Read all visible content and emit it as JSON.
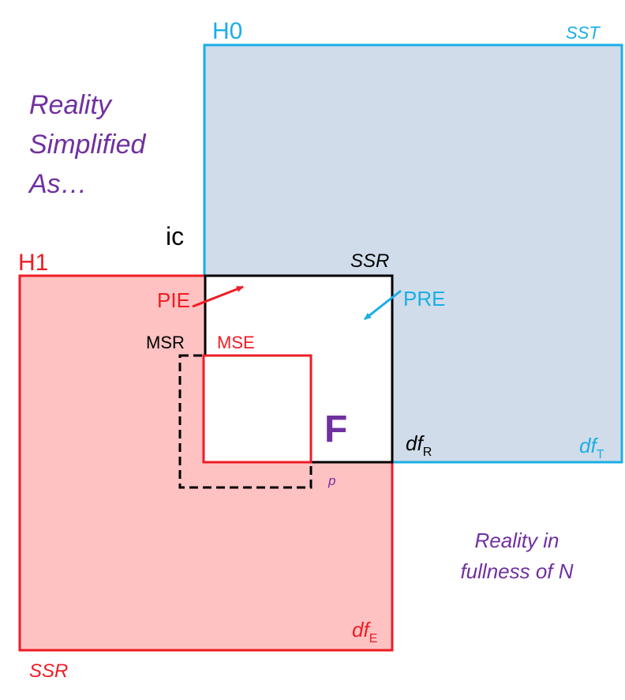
{
  "colors": {
    "blue": "#1aaee5",
    "blue_fill": "#d0dcea",
    "red": "#ee1c25",
    "red_fill": "#fec2c2",
    "purple": "#7030a0",
    "black": "#000000",
    "white": "#ffffff"
  },
  "labels": {
    "h0": "H0",
    "sst": "SST",
    "h1": "H1",
    "ssr_bottom": "SSR",
    "reality_simplified_1": "Reality",
    "reality_simplified_2": "Simplified",
    "reality_simplified_3": "As…",
    "ic": "ic",
    "ssr_inner": "SSR",
    "pie": "PIE",
    "pre": "PRE",
    "msr": "MSR",
    "mse": "MSE",
    "f": "F",
    "df": "df",
    "df_r_sub": "R",
    "df_t_sub": "T",
    "df_e_sub": "E",
    "p": "p",
    "reality_fullness_1": "Reality in",
    "reality_fullness_2": "fullness of N"
  }
}
